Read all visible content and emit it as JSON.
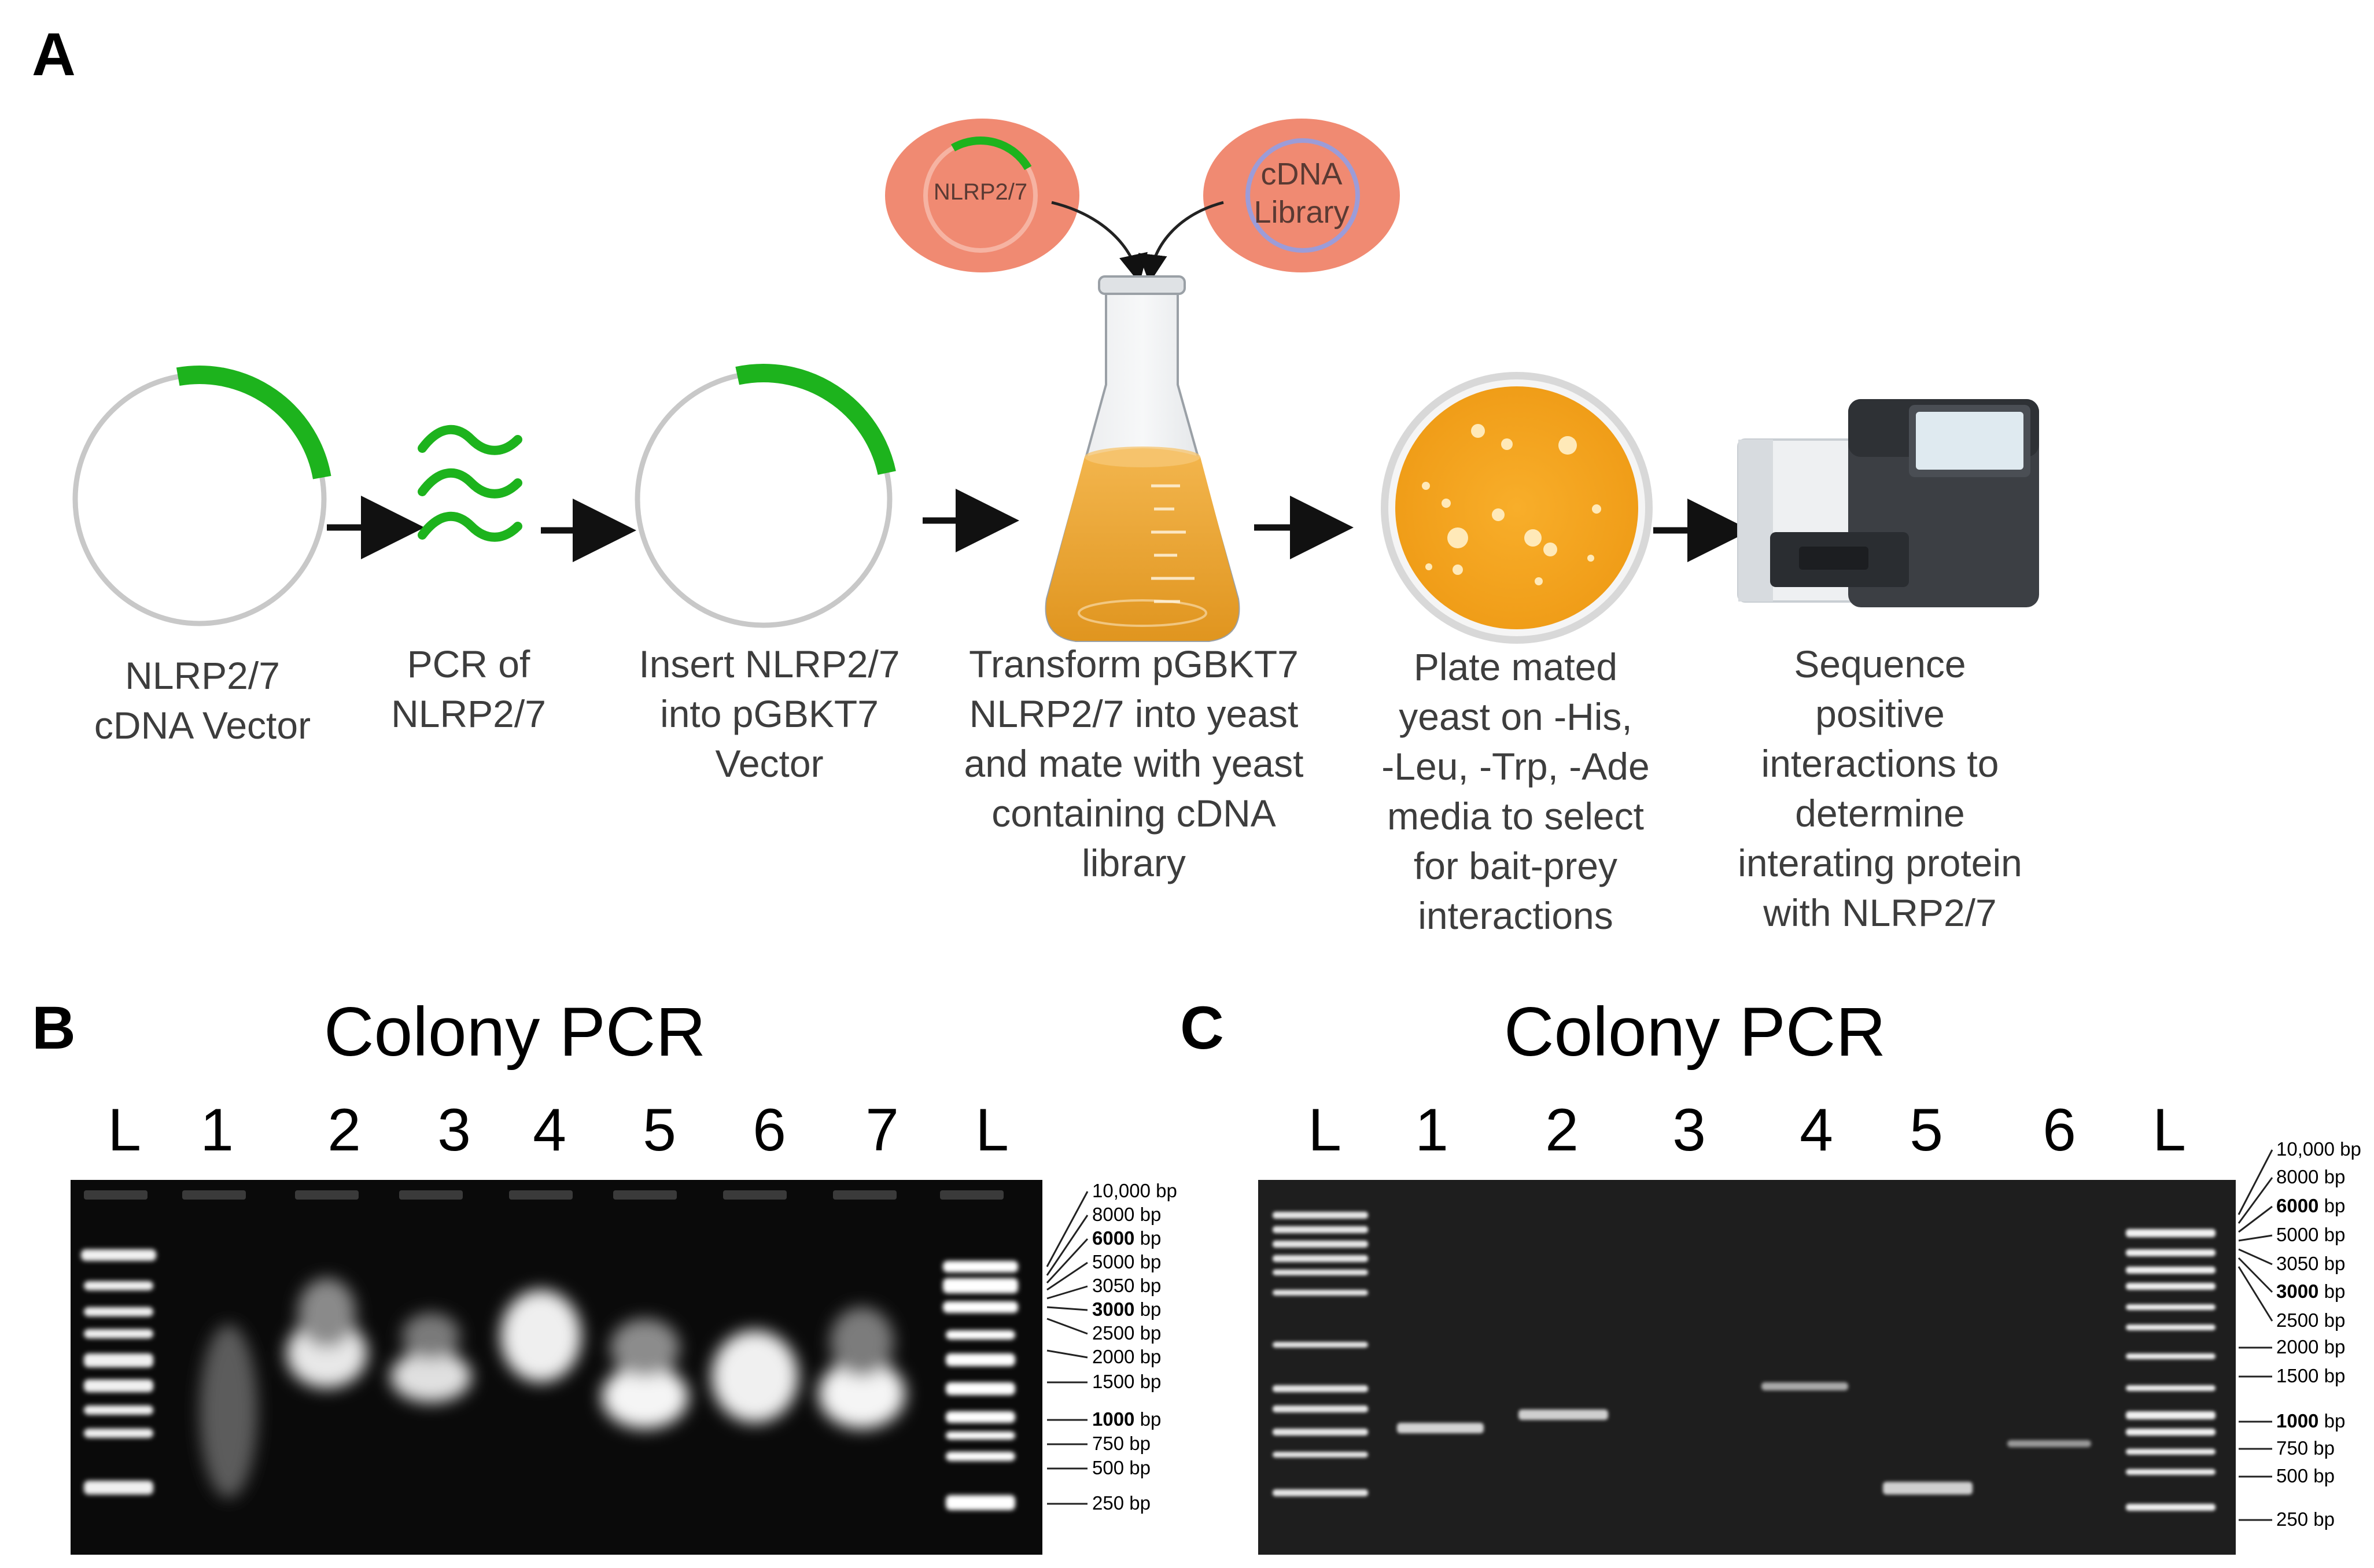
{
  "panel_a": {
    "letter": "A",
    "steps": [
      {
        "label": "NLRP2/7\ncDNA Vector"
      },
      {
        "label": "PCR of\nNLRP2/7"
      },
      {
        "label": "Insert NLRP2/7\ninto pGBKT7\nVector"
      },
      {
        "label": "Transform pGBKT7\nNLRP2/7 into yeast\nand mate with yeast\ncontaining cDNA\nlibrary"
      },
      {
        "label": "Plate mated\nyeast on -His,\n-Leu, -Trp, -Ade\nmedia to select\nfor bait-prey\ninteractions"
      },
      {
        "label": "Sequence\npositive\ninteractions to\ndetermine\ninterating protein\nwith NLRP2/7"
      }
    ],
    "yeast_bait_label": "NLRP2/7",
    "yeast_library_label": "cDNA\nLibrary"
  },
  "panel_b": {
    "letter": "B",
    "title": "Colony PCR",
    "lanes": [
      "L",
      "1",
      "2",
      "3",
      "4",
      "5",
      "6",
      "7",
      "L"
    ]
  },
  "panel_c": {
    "letter": "C",
    "title": "Colony PCR",
    "lanes": [
      "L",
      "1",
      "2",
      "3",
      "4",
      "5",
      "6",
      "L"
    ]
  },
  "ladder": [
    {
      "value": "10,000",
      "unit": " bp",
      "bold": false
    },
    {
      "value": "8000",
      "unit": " bp",
      "bold": false
    },
    {
      "value": "6000",
      "unit": " bp",
      "bold": true
    },
    {
      "value": "5000",
      "unit": " bp",
      "bold": false
    },
    {
      "value": "3050",
      "unit": " bp",
      "bold": false
    },
    {
      "value": "3000",
      "unit": " bp",
      "bold": true
    },
    {
      "value": "2500",
      "unit": " bp",
      "bold": false
    },
    {
      "value": "2000",
      "unit": " bp",
      "bold": false
    },
    {
      "value": "1500",
      "unit": " bp",
      "bold": false
    },
    {
      "value": "1000",
      "unit": " bp",
      "bold": true
    },
    {
      "value": "750",
      "unit": " bp",
      "bold": false
    },
    {
      "value": "500",
      "unit": " bp",
      "bold": false
    },
    {
      "value": "250",
      "unit": " bp",
      "bold": false
    }
  ],
  "colors": {
    "plasmid_ring": "#c8c8c8",
    "insert_green": "#1db31d",
    "yeast_fill": "#f08a72",
    "media_orange": "#f4a81c",
    "gel_bg": "#0a0a0a"
  }
}
